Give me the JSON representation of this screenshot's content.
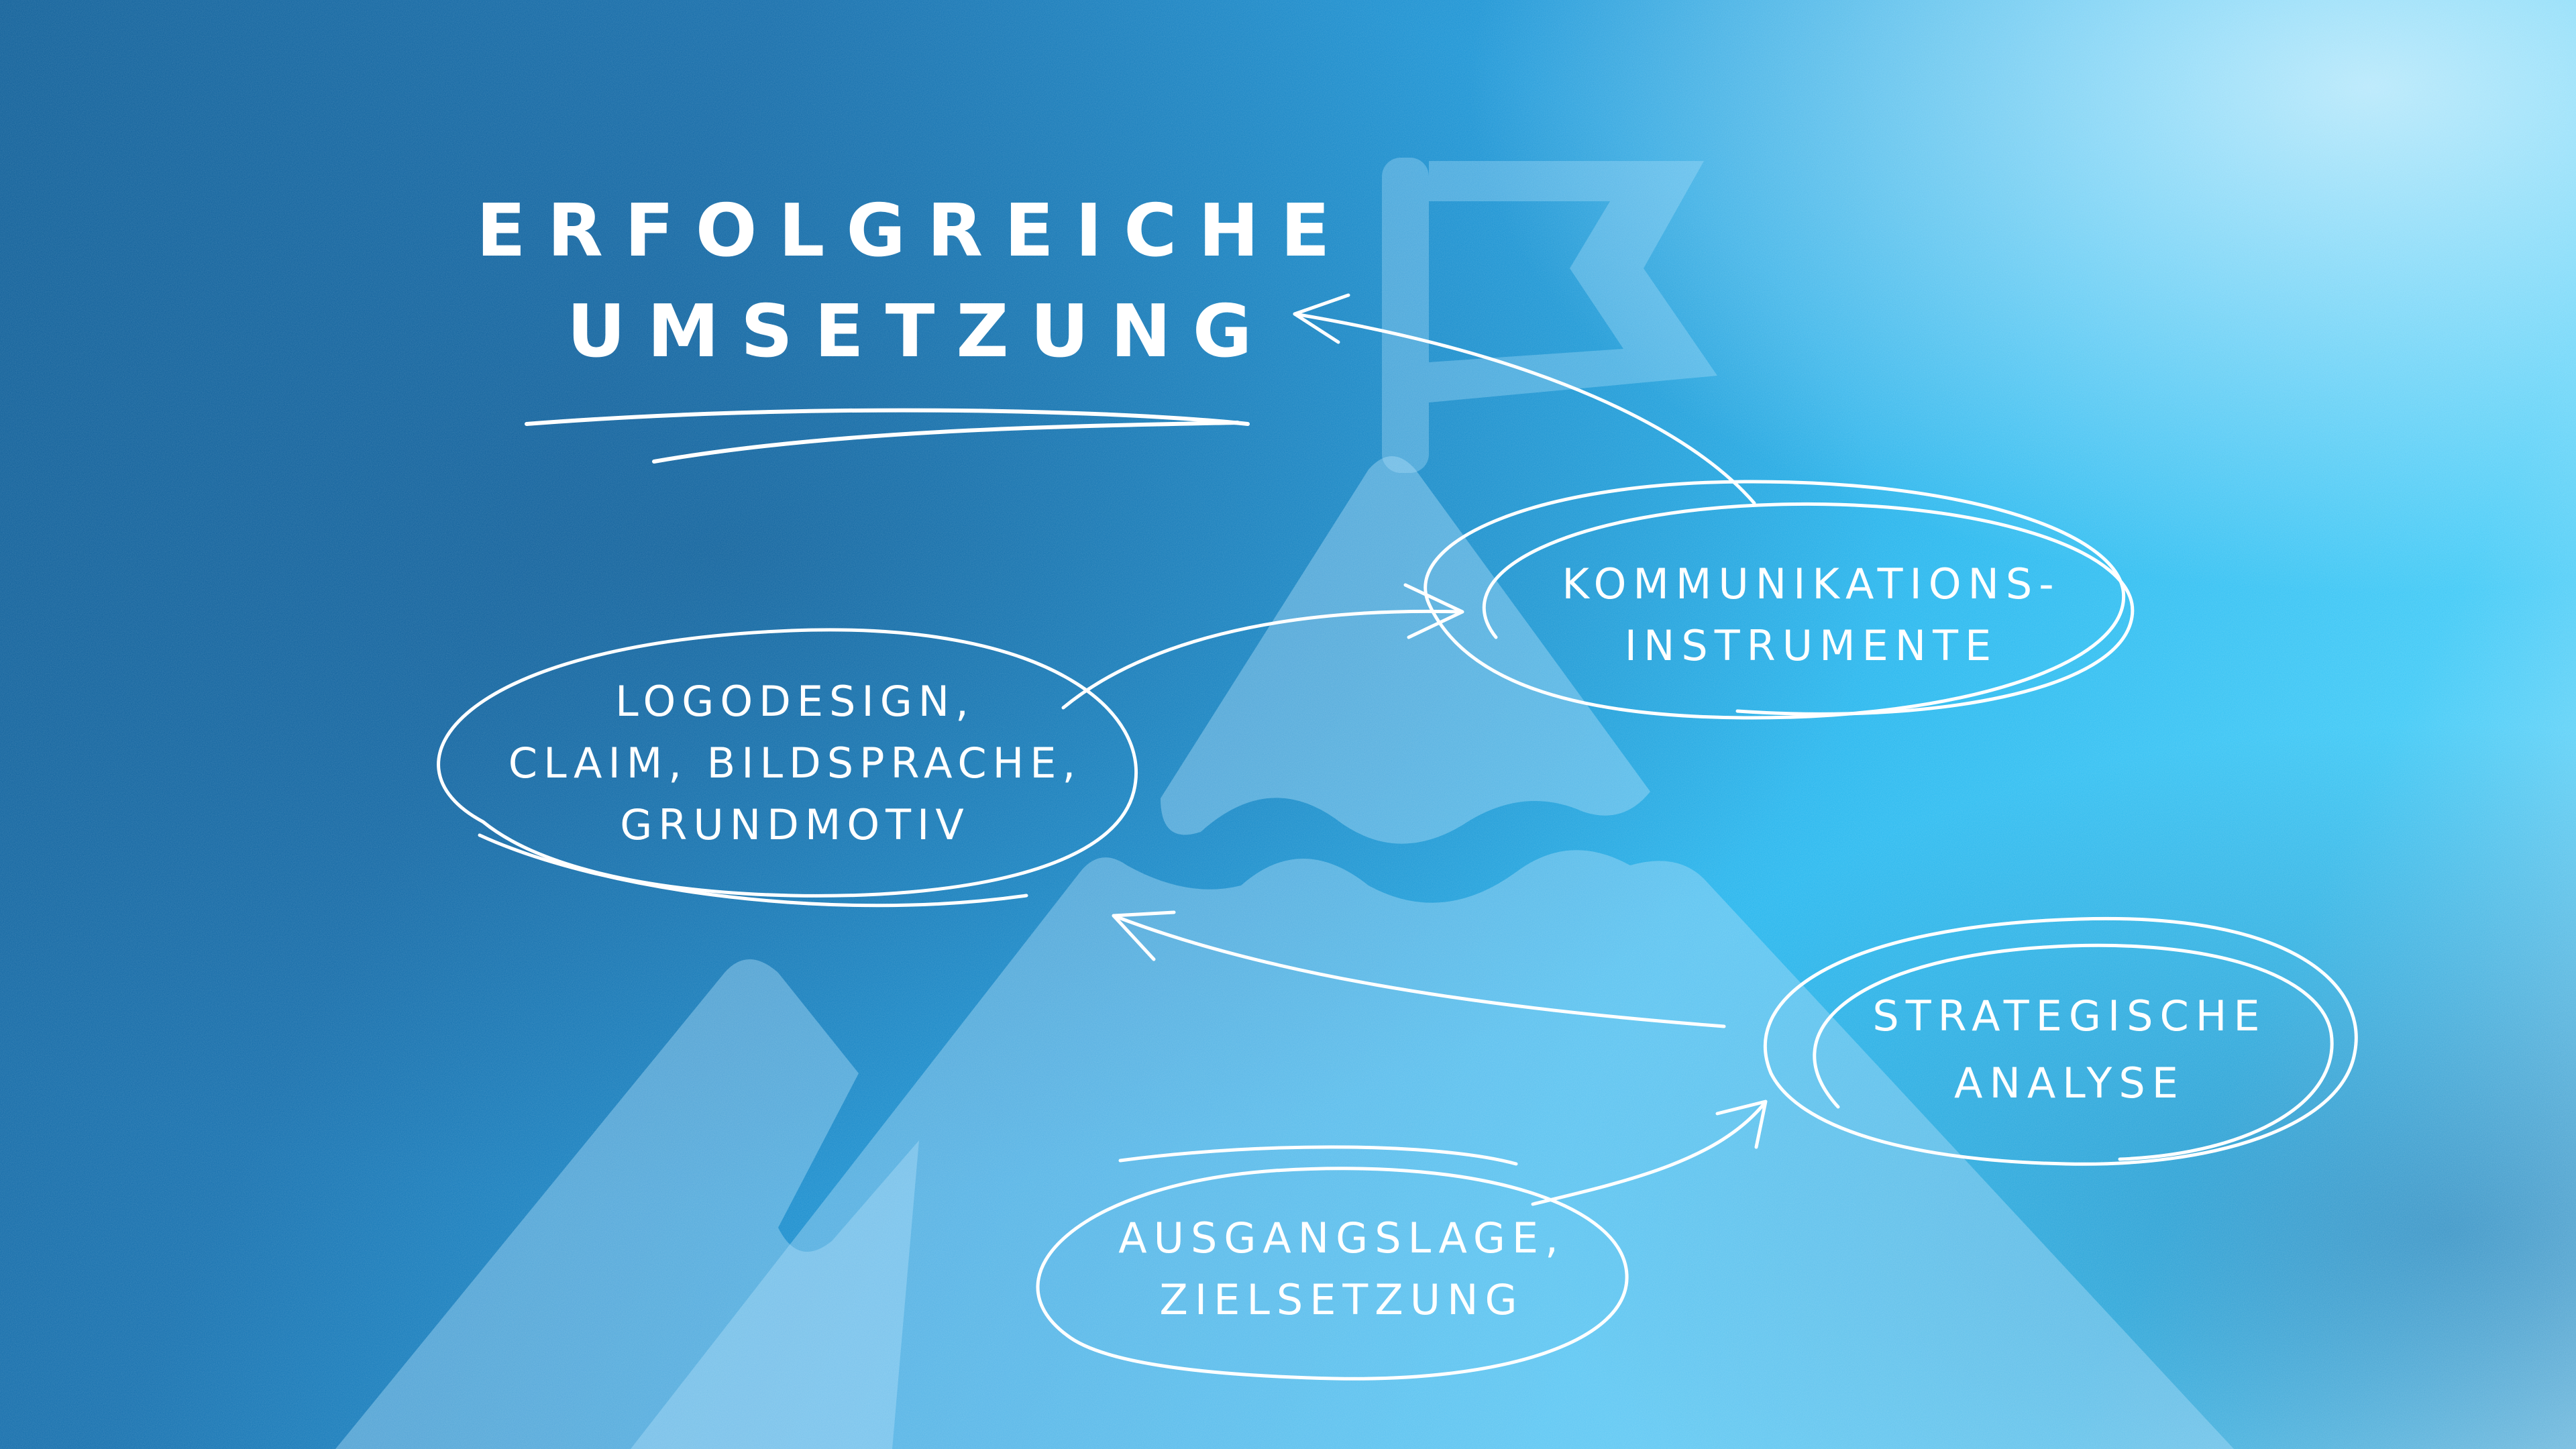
{
  "title": {
    "line1": "ERFOLGREICHE",
    "line2": "UMSETZUNG"
  },
  "steps": {
    "kommunikation": {
      "line1": "KOMMUNIKATIONS-",
      "line2": "INSTRUMENTE"
    },
    "logodesign": {
      "line1": "LOGODESIGN,",
      "line2": "CLAIM, BILDSPRACHE,",
      "line3": "GRUNDMOTIV"
    },
    "strategie": {
      "line1": "STRATEGISCHE",
      "line2": "ANALYSE"
    },
    "ausgang": {
      "line1": "AUSGANGSLAGE,",
      "line2": "ZIELSETZUNG"
    }
  },
  "colors": {
    "background_dark": "#0d5e98",
    "background_light": "#9fe2fa",
    "mountain": "#a9dcf8",
    "text": "#ffffff"
  },
  "icons": [
    "mountain-icon",
    "flag-icon",
    "arrow-icon",
    "ellipse-outline"
  ]
}
